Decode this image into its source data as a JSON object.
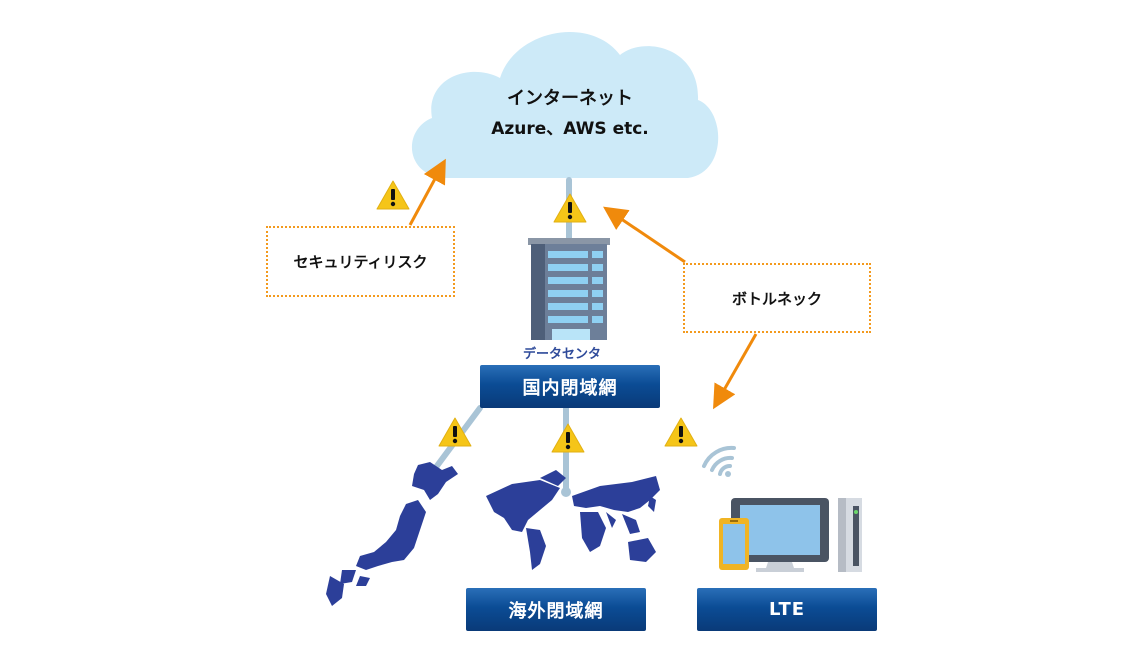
{
  "cloud": {
    "line1": "インターネット",
    "line2": "Azure、AWS etc."
  },
  "callouts": {
    "security": "セキュリティリスク",
    "bottleneck": "ボトルネック"
  },
  "datacenter": {
    "caption": "データセンタ",
    "network_label": "国内閉域網"
  },
  "bottom_labels": {
    "overseas": "海外閉域網",
    "lte": "LTE"
  },
  "colors": {
    "cloud": "#cdeaf8",
    "arrow": "#f08a0c",
    "warning": "#f5c518",
    "connector": "#a9c4d6",
    "map": "#2c3f99",
    "label_bg": "#0b4c95"
  },
  "icons": [
    "cloud-icon",
    "warning-icon",
    "building-icon",
    "wifi-icon",
    "computer-icon",
    "smartphone-icon",
    "japan-map-icon",
    "world-map-icon"
  ]
}
